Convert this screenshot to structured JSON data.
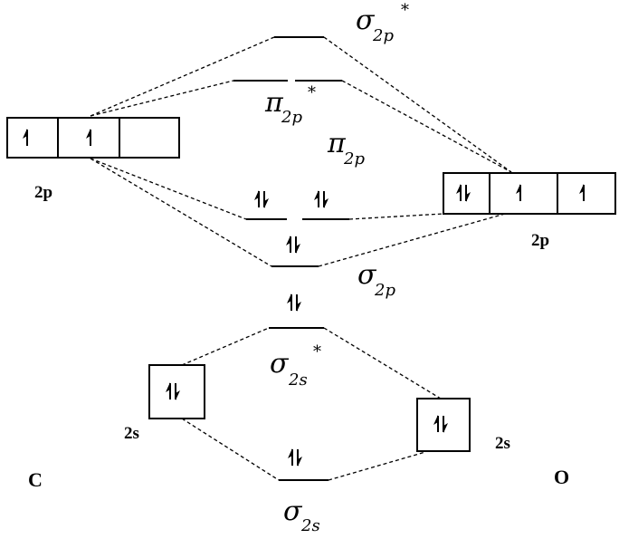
{
  "atoms": {
    "left": {
      "symbol": "C"
    },
    "right": {
      "symbol": "O"
    }
  },
  "atomic_orbitals": {
    "c_2p": {
      "label": "2p",
      "electrons": [
        "up",
        "up",
        ""
      ]
    },
    "o_2p": {
      "label": "2p",
      "electrons": [
        "pair",
        "up",
        "up"
      ]
    },
    "c_2s": {
      "label": "2s",
      "electrons": [
        "pair"
      ]
    },
    "o_2s": {
      "label": "2s",
      "electrons": [
        "pair"
      ]
    }
  },
  "molecular_orbitals": {
    "sigma_2p_star": {
      "symbol": "σ",
      "subscript": "2p",
      "star": "*",
      "electrons": []
    },
    "pi_2p_star": {
      "symbol": "π",
      "subscript": "2p",
      "star": "*",
      "electrons": [
        "",
        ""
      ]
    },
    "pi_2p": {
      "symbol": "π",
      "subscript": "2p",
      "star": "",
      "electrons": [
        "pair",
        "pair"
      ]
    },
    "sigma_2p": {
      "symbol": "σ",
      "subscript": "2p",
      "star": "",
      "electrons": [
        "pair"
      ]
    },
    "sigma_2s_star": {
      "symbol": "σ",
      "subscript": "2s",
      "star": "*",
      "electrons": [
        "pair"
      ]
    },
    "sigma_2s": {
      "symbol": "σ",
      "subscript": "2s",
      "star": "",
      "electrons": [
        "pair"
      ]
    }
  }
}
